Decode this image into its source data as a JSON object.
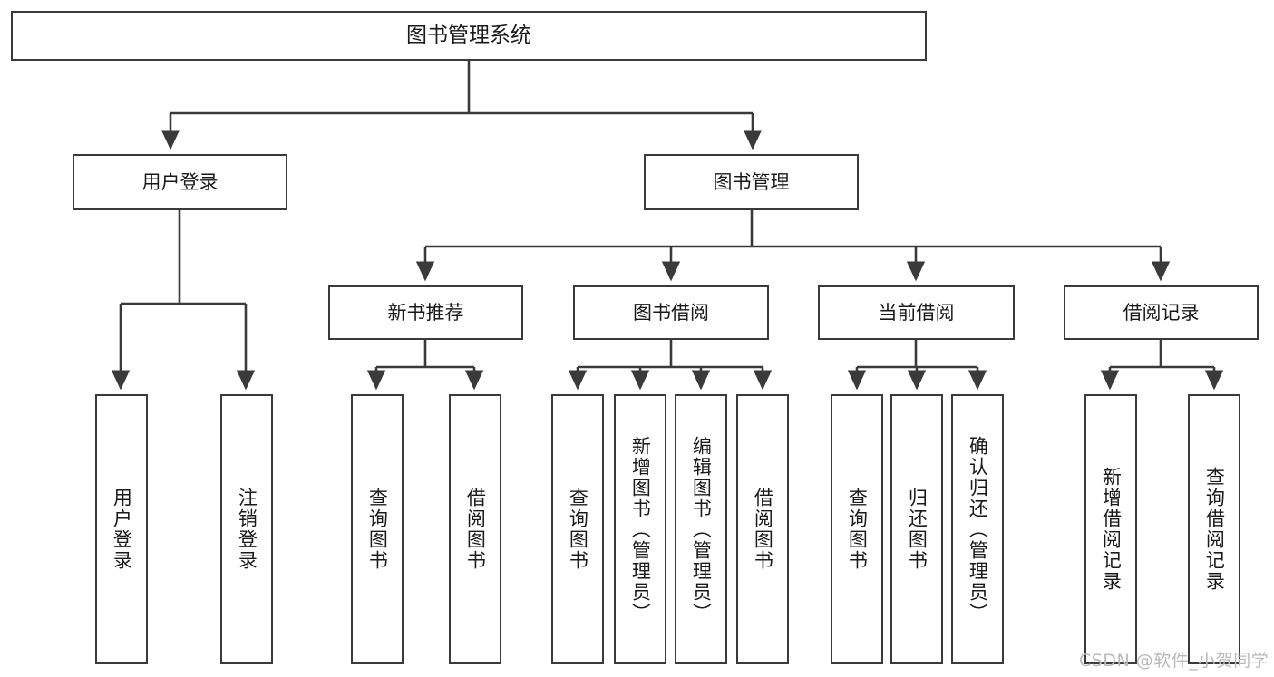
{
  "diagram": {
    "title": "图书管理系统",
    "watermark": "CSDN @软件_小贺同学",
    "colors": {
      "stroke": "#3a3a3a",
      "fill": "#ffffff",
      "text": "#1a1a1a",
      "watermark": "#b9b9b9"
    },
    "root": {
      "label": "图书管理系统"
    },
    "level2": [
      {
        "label": "用户登录"
      },
      {
        "label": "图书管理"
      }
    ],
    "level3": [
      {
        "label": "新书推荐"
      },
      {
        "label": "图书借阅"
      },
      {
        "label": "当前借阅"
      },
      {
        "label": "借阅记录"
      }
    ],
    "leaves": {
      "user_login": [
        {
          "label": "用户登录"
        },
        {
          "label": "注销登录"
        }
      ],
      "new_book": [
        {
          "label": "查询图书"
        },
        {
          "label": "借阅图书"
        }
      ],
      "book_borrow": [
        {
          "label": "查询图书"
        },
        {
          "label": "新增图书（管理员）"
        },
        {
          "label": "编辑图书（管理员）"
        },
        {
          "label": "借阅图书"
        }
      ],
      "current_borrow": [
        {
          "label": "查询图书"
        },
        {
          "label": "归还图书"
        },
        {
          "label": "确认归还（管理员）"
        }
      ],
      "borrow_record": [
        {
          "label": "新增借阅记录"
        },
        {
          "label": "查询借阅记录"
        }
      ]
    }
  }
}
